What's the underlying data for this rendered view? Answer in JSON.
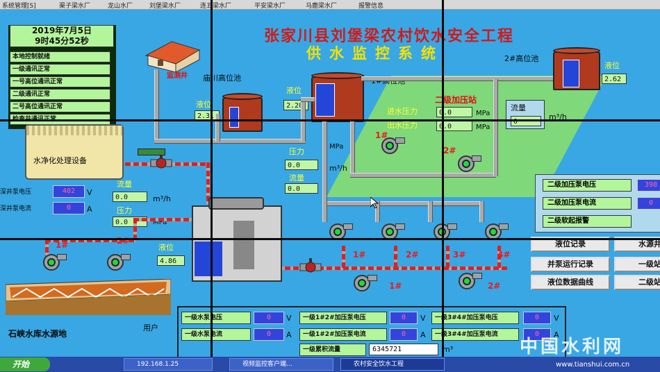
{
  "menubar": {
    "items": [
      "系统管理[S]",
      "渠子梁水厂",
      "龙山水厂",
      "刘堡梁水厂",
      "连五梁水厂",
      "平安梁水厂",
      "马鹿梁水厂",
      "报警信息"
    ]
  },
  "header": {
    "title": "张家川县刘堡梁农村饮水安全工程",
    "subtitle": "供水监控系统"
  },
  "status": {
    "date": "2019年7月5日",
    "time": "9时45分52秒",
    "rows": [
      "本地控制就绪",
      "一级通讯正常",
      "一号高位通讯正常",
      "二级通讯正常",
      "二号高位通讯正常",
      "检查井通讯正常"
    ]
  },
  "locations": {
    "well": "监测井",
    "miaochuan_tank": "庙川高位池",
    "tank1": "1#高位池",
    "tank2": "2#高位池",
    "purification": "水净化处理设备",
    "reservoir": "石峡水库水源地",
    "user": "用户",
    "station2": "二级加压站"
  },
  "labels": {
    "level": "液位",
    "pressure": "压力",
    "flow": "流量",
    "mpa": "MPa",
    "m3h": "m³/h",
    "v": "V",
    "a": "A",
    "inlet_pressure": "进水压力",
    "outlet_pressure": "出水压力",
    "deep_well_voltage": "深井泵电压",
    "deep_well_current": "深井泵电流"
  },
  "values": {
    "miaochuan_level": "2.31",
    "tank1_level": "2.28",
    "tank2_level": "2.62",
    "tank1_pressure": "0.0",
    "tank1_flow": "0.0",
    "source_flow": "0.0",
    "source_pressure": "0.0",
    "clear_tank_level": "4.86",
    "deep_well_voltage": "402",
    "deep_well_current": "0",
    "inlet_pressure": "0.0",
    "outlet_pressure": "0.0",
    "station2_flow": "0"
  },
  "pumps": {
    "source": [
      "1#",
      "2#"
    ],
    "primary": [
      "1#",
      "2#",
      "3#",
      "4#"
    ],
    "booster": [
      "1#",
      "2#"
    ],
    "small": [
      "1#",
      "2#"
    ]
  },
  "right_panel": {
    "voltage_label": "二级加压泵电压",
    "voltage_value": "398",
    "current_label": "二级加压泵电流",
    "current_value": "0",
    "alarm_label": "二级软起报警"
  },
  "buttons": {
    "level_record": "液位记录",
    "well_water": "水源井视",
    "pump_record": "并泵运行记录",
    "station1": "一级站记",
    "level_curve": "液位数据曲线",
    "station2": "二级站记"
  },
  "bottom_panel": {
    "primary_voltage": "一级水泵电压",
    "primary_current": "一级水泵电流",
    "b12_voltage": "一级1#2#加压泵电压",
    "b12_current": "一级1#2#加压泵电流",
    "b34_voltage": "一级3#4#加压泵电压",
    "b34_current": "一级3#4#加压泵电流",
    "cumulative_flow": "一级累积流量",
    "values": [
      "0",
      "0",
      "0",
      "0",
      "0",
      "0"
    ],
    "cumulative_value": "6345721",
    "cumulative_unit": "m³"
  },
  "taskbar": {
    "start": "开始",
    "items": [
      "192.168.1.25",
      "视频监控客户端...",
      "农村安全饮水工程"
    ]
  },
  "watermark": {
    "text": "中国水利网",
    "url": "www.tianshui.com.cn"
  }
}
